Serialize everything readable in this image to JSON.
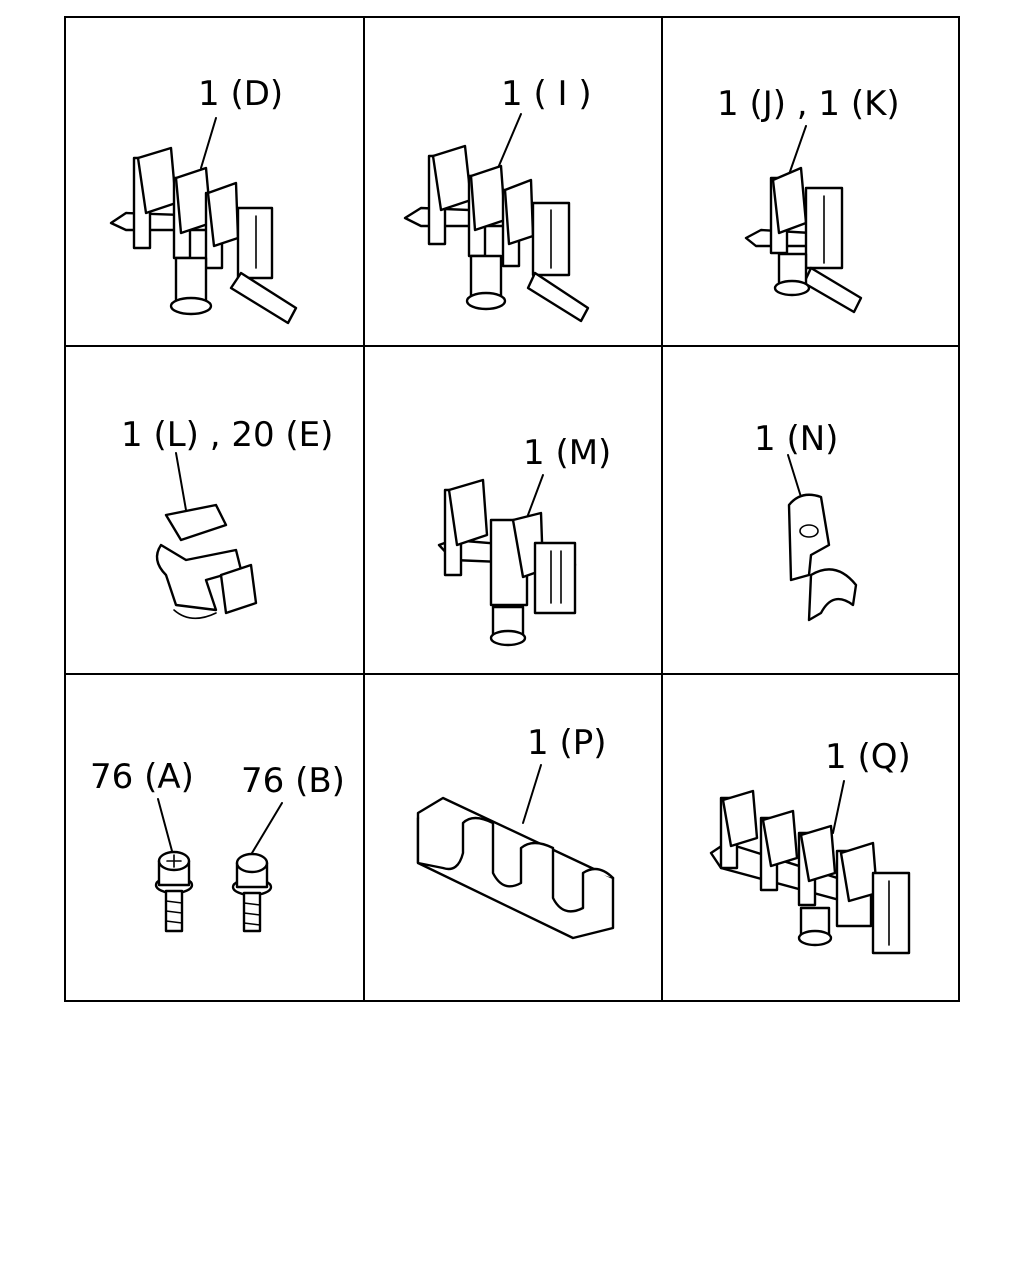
{
  "diagram": {
    "parts": [
      {
        "id": "cell-1",
        "label": "1 (D)",
        "icon": "triple-pipe-clamp-with-stud"
      },
      {
        "id": "cell-2",
        "label": "1 ( I )",
        "icon": "triple-pipe-clamp-with-stud"
      },
      {
        "id": "cell-3",
        "label": "1 (J) , 1 (K)",
        "icon": "single-pipe-clamp-with-stud"
      },
      {
        "id": "cell-4",
        "label": "1 (L) , 20 (E)",
        "icon": "double-pipe-clip"
      },
      {
        "id": "cell-5",
        "label": "1 (M)",
        "icon": "double-pipe-clamp-with-stud"
      },
      {
        "id": "cell-6",
        "label": "1 (N)",
        "icon": "single-pipe-bracket-clip"
      },
      {
        "id": "cell-7a",
        "label": "76 (A)",
        "icon": "phillips-flange-bolt"
      },
      {
        "id": "cell-7b",
        "label": "76 (B)",
        "icon": "hex-flange-bolt"
      },
      {
        "id": "cell-8",
        "label": "1 (P)",
        "icon": "grommet-strip"
      },
      {
        "id": "cell-9",
        "label": "1 (Q)",
        "icon": "quad-pipe-clamp"
      }
    ]
  }
}
